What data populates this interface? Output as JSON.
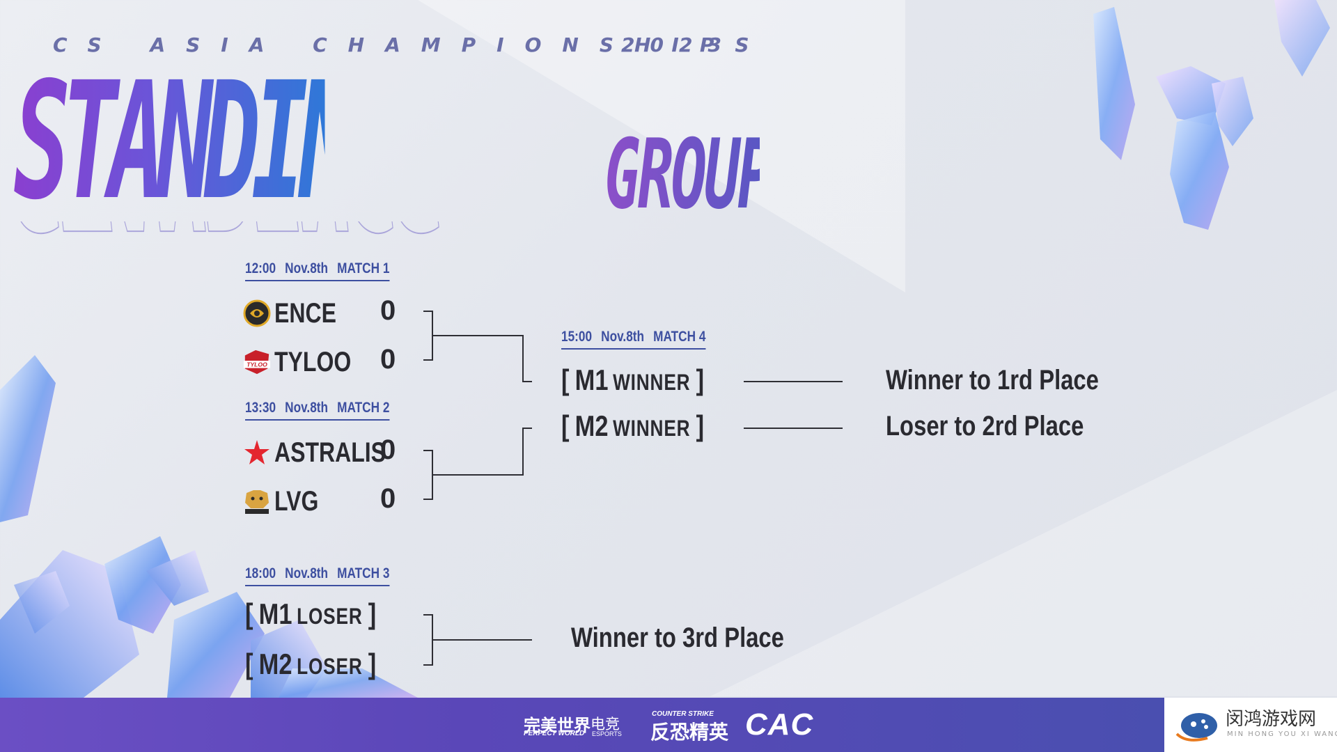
{
  "header": {
    "event_title": "CS ASIA CHAMPIONSHIPS",
    "event_year": "2023",
    "main_title": "STANDINGS",
    "group": "GROUP A"
  },
  "matches": [
    {
      "time": "12:00",
      "date": "Nov.8th",
      "label": "MATCH 1",
      "teams": [
        {
          "name": "ENCE",
          "score": "0",
          "logo": "ence-logo-icon"
        },
        {
          "name": "TYLOO",
          "score": "0",
          "logo": "tyloo-logo-icon"
        }
      ]
    },
    {
      "time": "13:30",
      "date": "Nov.8th",
      "label": "MATCH 2",
      "teams": [
        {
          "name": "ASTRALIS",
          "score": "0",
          "logo": "astralis-logo-icon"
        },
        {
          "name": "LVG",
          "score": "0",
          "logo": "lvg-logo-icon"
        }
      ]
    },
    {
      "time": "18:00",
      "date": "Nov.8th",
      "label": "MATCH 3",
      "slots": [
        {
          "code": "M1",
          "role": "LOSER"
        },
        {
          "code": "M2",
          "role": "LOSER"
        }
      ],
      "outcome": "Winner to 3rd Place"
    },
    {
      "time": "15:00",
      "date": "Nov.8th",
      "label": "MATCH 4",
      "slots": [
        {
          "code": "M1",
          "role": "WINNER"
        },
        {
          "code": "M2",
          "role": "WINNER"
        }
      ],
      "outcomes": [
        "Winner to 1rd Place",
        "Loser to 2rd Place"
      ]
    }
  ],
  "bracket_tokens": {
    "open": "[",
    "close": "]"
  },
  "footer": {
    "sponsor1_cn": "完美世界",
    "sponsor1_en": "PERFECT WORLD",
    "sponsor1b_cn": "电竞",
    "sponsor1b_en": "ESPORTS",
    "sponsor2_top": "COUNTER STRIKE",
    "sponsor2_cn": "反恐精英",
    "sponsor3": "CAC"
  },
  "watermark": {
    "cn": "闵鸿游戏网",
    "en": "MIN HONG YOU XI WANG"
  },
  "colors": {
    "title_gradient_start": "#8a3fd0",
    "title_gradient_end": "#2f78d8",
    "match_header": "#3d4fa0",
    "footer_band": "#5a47b8"
  }
}
